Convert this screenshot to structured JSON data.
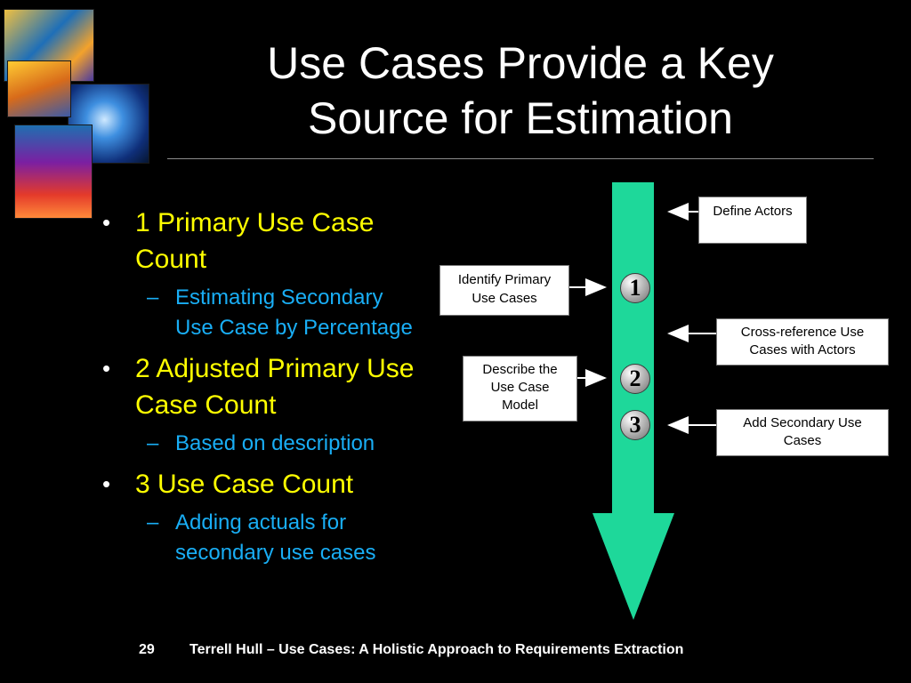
{
  "slide": {
    "title_line1": "Use Cases Provide a Key",
    "title_line2": "Source for Estimation",
    "bullets": [
      {
        "text_line1": "1 Primary Use Case",
        "text_line2": "Count",
        "sub_line1": "Estimating Secondary",
        "sub_line2": "Use Case by Percentage"
      },
      {
        "text_line1": "2 Adjusted Primary Use",
        "text_line2": "Case Count",
        "sub_line1": "Based on description"
      },
      {
        "text_line1": "3 Use Case Count",
        "sub_line1": "Adding actuals for",
        "sub_line2": "secondary use cases"
      }
    ],
    "bullet_glyph": "•",
    "dash_glyph": "–",
    "diagram": {
      "left_boxes": [
        {
          "line1": "Identify Primary",
          "line2": "Use Cases"
        },
        {
          "line1": "Describe the",
          "line2": "Use Case",
          "line3": "Model"
        }
      ],
      "right_boxes": [
        {
          "line1": "Define Actors"
        },
        {
          "line1": "Cross-reference Use",
          "line2": "Cases with Actors"
        },
        {
          "line1": "Add Secondary Use",
          "line2": "Cases"
        }
      ],
      "steps": [
        "1",
        "2",
        "3"
      ]
    },
    "footer": {
      "page": "29",
      "text": "Terrell Hull – Use Cases: A Holistic Approach to Requirements Extraction"
    },
    "colors": {
      "background": "#000000",
      "title": "#ffffff",
      "bullet_main": "#ffff00",
      "bullet_sub": "#19aef5",
      "arrow": "#1ed89a"
    }
  }
}
